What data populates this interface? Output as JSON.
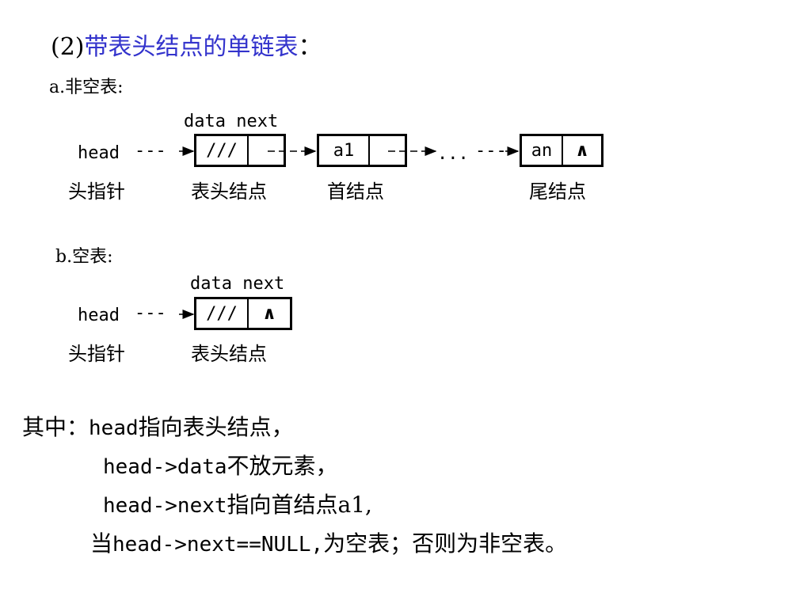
{
  "title": {
    "prefix": "(2)",
    "text": "带表头结点的单链表",
    "suffix": "：",
    "accent_color": "#3333cc"
  },
  "section_a": {
    "heading": "a.非空表:",
    "field_labels": "data next",
    "head_label": "head",
    "head_arrow": "---",
    "head_caption": "头指针",
    "header_node": {
      "data": "///",
      "caption": "表头结点"
    },
    "first_node": {
      "data": "a1",
      "caption": "首结点"
    },
    "ellipsis": "...",
    "mid_dashes": "---",
    "tail_node": {
      "data": "an",
      "next": "∧",
      "caption": "尾结点"
    }
  },
  "section_b": {
    "heading": "b.空表:",
    "field_labels": "data next",
    "head_label": "head",
    "head_arrow": "---",
    "head_caption": "头指针",
    "header_node": {
      "data": "///",
      "next": "∧",
      "caption": "表头结点"
    }
  },
  "notes": {
    "line1_prefix": "其中：",
    "line1_code": "head",
    "line1_text": "指向表头结点，",
    "line2_code": "head->data",
    "line2_text": "不放元素，",
    "line3_code": "head->next",
    "line3_text": "指向首结点a1,",
    "line4_pre": "当",
    "line4_code": "head->next==NULL,",
    "line4_text": "为空表；否则为非空表。"
  }
}
